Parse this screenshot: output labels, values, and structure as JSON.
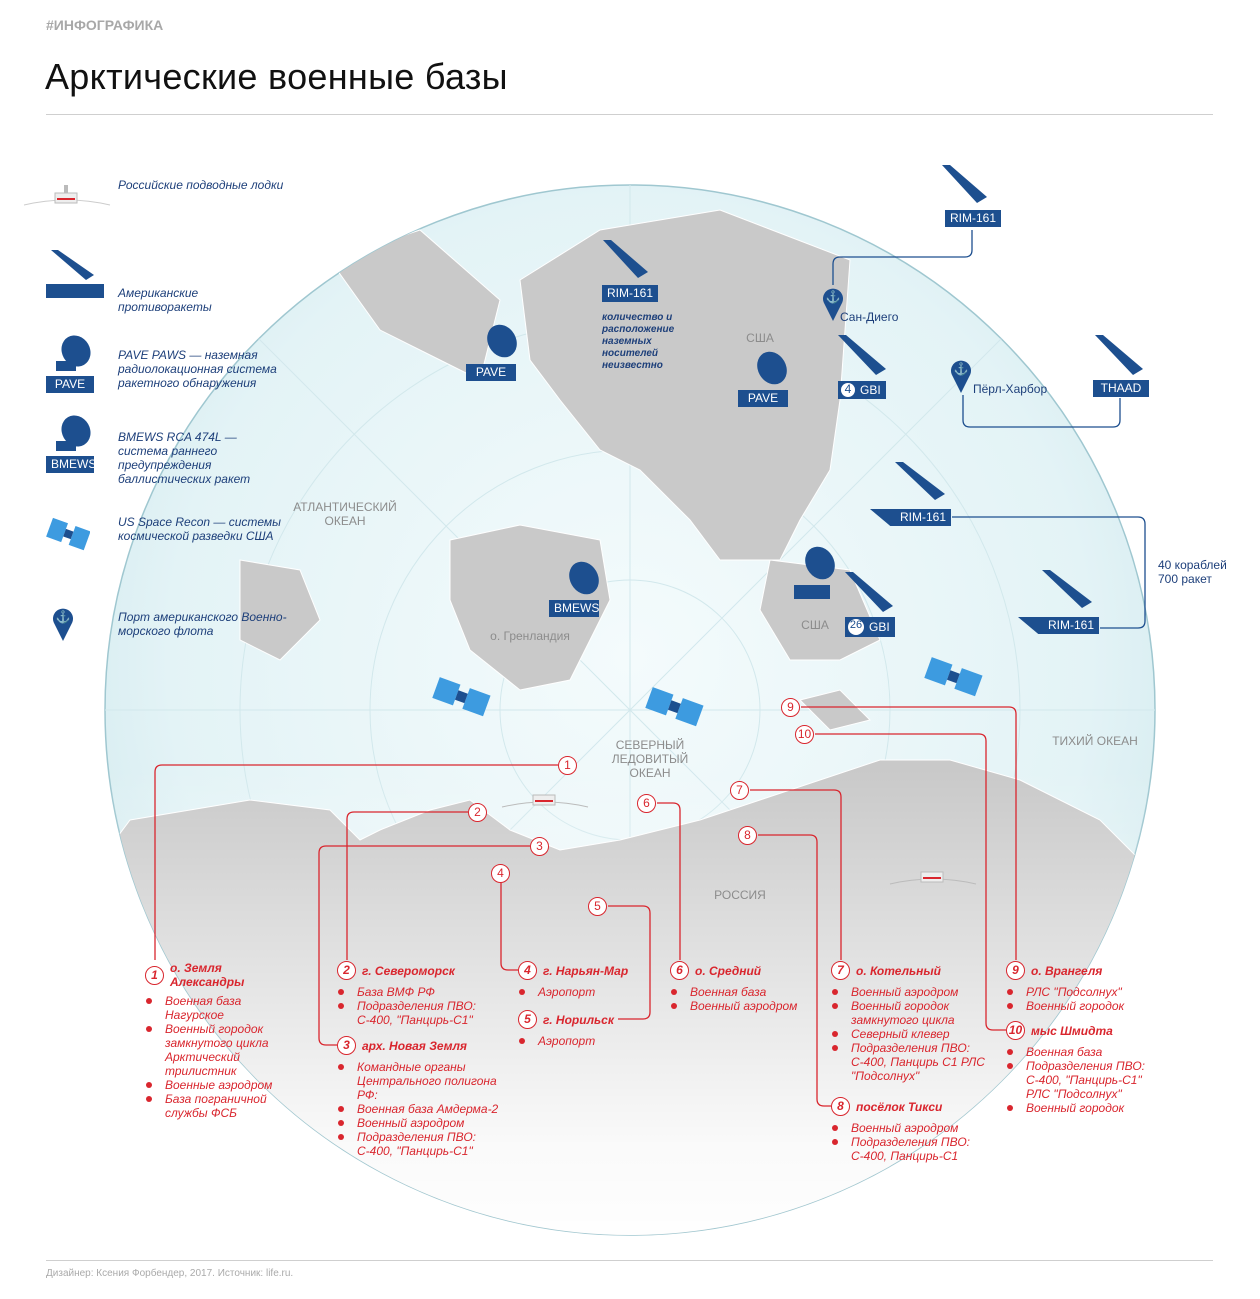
{
  "header": {
    "tag": "#ИНФОГРАФИКА",
    "title": "Арктические военные базы"
  },
  "legend": [
    {
      "icon": "submarine-icon",
      "text": "Российские подводные лодки"
    },
    {
      "icon": "missile-launcher-icon",
      "text": "Американские противоракеты"
    },
    {
      "icon": "radar-dish-icon",
      "badge": "PAVE",
      "text": "PAVE PAWS — наземная радиолокационная система ракетного обнаружения"
    },
    {
      "icon": "radar-dish-icon",
      "badge": "BMEWS",
      "text": "BMEWS  RCA 474L — система раннего предупреждения баллистических ракет"
    },
    {
      "icon": "satellite-icon",
      "text": "US Space Recon — системы космической разведки США"
    },
    {
      "icon": "anchor-pin-icon",
      "text": "Порт американского Военно-морского флота"
    }
  ],
  "map_labels": {
    "atlantic": "АТЛАНТИЧЕСКИЙ ОКЕАН",
    "arctic": "СЕВЕРНЫЙ ЛЕДОВИТЫЙ ОКЕАН",
    "pacific": "ТИХИЙ ОКЕАН",
    "greenland": "о. Гренландия",
    "russia": "РОССИЯ",
    "usa1": "США",
    "usa2": "США",
    "san_diego": "Сан-Диего",
    "pearl_harbor": "Пёрл-Харбор",
    "unknown_note": "количество и расположение наземных носителей неизвестно",
    "ships_note": "40 кораблей 700 ракет"
  },
  "us_assets": {
    "rim1": "RIM-161",
    "rim2": "RIM-161",
    "rim3": "RIM-161",
    "rim4": "RIM-161",
    "pave1": "PAVE",
    "pave2": "PAVE",
    "bmews": "BMEWS",
    "gbi1_count": "4",
    "gbi1": "GBI",
    "gbi2_count": "26",
    "gbi2": "GBI",
    "thaad": "THAAD"
  },
  "sites": [
    {
      "n": "1",
      "name": "о. Земля Александры",
      "items": [
        "Военная база Нагурское",
        "Военный городок замкнутого цикла Арктический трилистник",
        "Военные аэродром",
        "База пограничной службы ФСБ"
      ]
    },
    {
      "n": "2",
      "name": "г. Североморск",
      "items": [
        "База ВМФ РФ",
        "Подразделения ПВО: С-400, \"Панцирь-С1\""
      ]
    },
    {
      "n": "3",
      "name": "арх. Новая Земля",
      "items": [
        "Командные органы Центрального полигона РФ:",
        "Военная база Амдерма-2",
        "Военный аэродром",
        "Подразделения ПВО: С-400, \"Панцирь-С1\""
      ]
    },
    {
      "n": "4",
      "name": "г. Нарьян-Мар",
      "items": [
        "Аэропорт"
      ]
    },
    {
      "n": "5",
      "name": "г. Норильск",
      "items": [
        "Аэропорт"
      ]
    },
    {
      "n": "6",
      "name": "о. Средний",
      "items": [
        "Военная база",
        "Военный аэродром"
      ]
    },
    {
      "n": "7",
      "name": "о. Котельный",
      "items": [
        "Военный аэродром",
        "Военный городок замкнутого цикла",
        "Северный клевер",
        "Подразделения ПВО: С-400, Панцирь С1 РЛС \"Подсолнух\""
      ]
    },
    {
      "n": "8",
      "name": "посёлок Тикси",
      "items": [
        "Военный аэродром",
        "Подразделения ПВО: С-400, Панцирь-С1"
      ]
    },
    {
      "n": "9",
      "name": "о. Врангеля",
      "items": [
        "РЛС \"Подсолнух\"",
        "Военный городок"
      ]
    },
    {
      "n": "10",
      "name": "мыс Шмидта",
      "items": [
        "Военная база",
        "Подразделения ПВО: С-400, \"Панцирь-С1\" РЛС \"Подсолнух\"",
        "Военный городок"
      ]
    }
  ],
  "footer": "Дизайнер: Ксения Форбендер, 2017. Источник: life.ru.",
  "colors": {
    "navy": "#1d4f8f",
    "red": "#d9262e",
    "ocean": "#e9f6f8",
    "land": "#c9c9c9"
  }
}
